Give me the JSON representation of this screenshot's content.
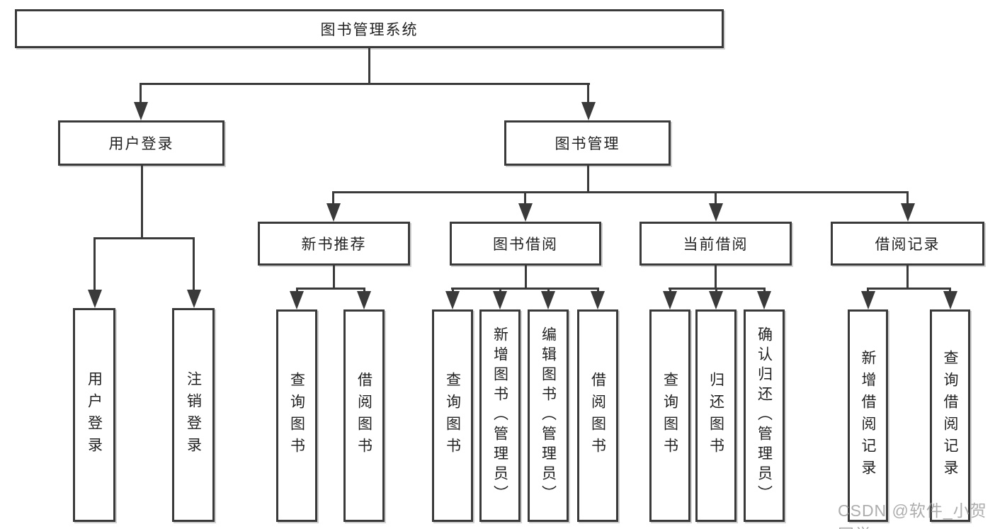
{
  "root": {
    "label": "图书管理系统"
  },
  "level2": [
    {
      "label": "用户登录"
    },
    {
      "label": "图书管理"
    }
  ],
  "level3": [
    {
      "label": "新书推荐"
    },
    {
      "label": "图书借阅"
    },
    {
      "label": "当前借阅"
    },
    {
      "label": "借阅记录"
    }
  ],
  "leaves": {
    "login": [
      "用户登录",
      "注销登录"
    ],
    "new_book": [
      "查询图书",
      "借阅图书"
    ],
    "borrow": [
      "查询图书",
      "新增图书（管理员）",
      "编辑图书（管理员）",
      "借阅图书"
    ],
    "current": [
      "查询图书",
      "归还图书",
      "确认归还（管理员）"
    ],
    "records": [
      "新增借阅记录",
      "查询借阅记录"
    ]
  },
  "watermark": {
    "text": "CSDN @软件_小贺同学"
  },
  "colors": {
    "line": "#3a3a3a",
    "text": "#222222",
    "watermark": "#9f9f9f",
    "background": "#ffffff"
  }
}
